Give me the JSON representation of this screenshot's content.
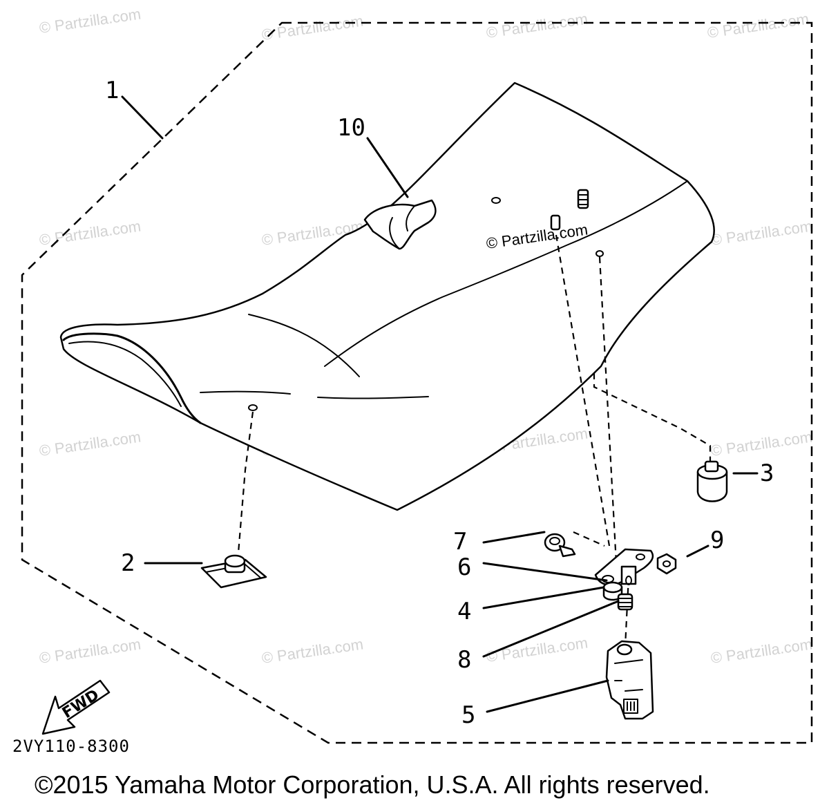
{
  "watermark": "© Partzilla.com",
  "watermark_center": "© Partzilla.com",
  "diagram_code": "2VY110-8300",
  "copyright": "©2015 Yamaha Motor Corporation, U.S.A. All rights reserved.",
  "fwd_label": "FWD",
  "callouts": {
    "c1": "1",
    "c2": "2",
    "c3": "3",
    "c4": "4",
    "c5": "5",
    "c6": "6",
    "c7": "7",
    "c8": "8",
    "c9": "9",
    "c10": "10"
  }
}
